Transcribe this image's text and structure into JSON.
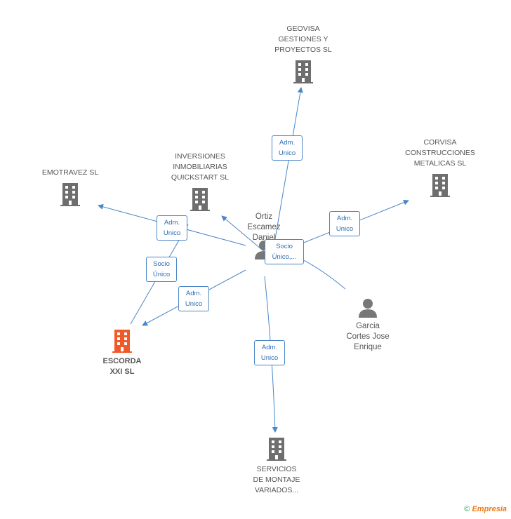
{
  "nodes": {
    "geovisa": {
      "label": "GEOVISA\nGESTIONES Y\nPROYECTOS SL",
      "kind": "company"
    },
    "emotravez": {
      "label": "EMOTRAVEZ SL",
      "kind": "company"
    },
    "inversiones": {
      "label": "INVERSIONES\nINMOBILIARIAS\nQUICKSTART SL",
      "kind": "company"
    },
    "corvisa": {
      "label": "CORVISA\nCONSTRUCCIONES\nMETALICAS SL",
      "kind": "company"
    },
    "ortiz": {
      "label": "Ortiz\nEscamez\nDaniel",
      "kind": "person"
    },
    "garcia": {
      "label": "Garcia\nCortes Jose\nEnrique",
      "kind": "person"
    },
    "escorda": {
      "label": "ESCORDA\nXXI SL",
      "kind": "company-main"
    },
    "servicios": {
      "label": "SERVICIOS\nDE MONTAJE\nVARIADOS...",
      "kind": "company"
    }
  },
  "badges": {
    "b1": "Adm.\nUnico",
    "b2": "Adm.\nUnico",
    "b3": "Adm.\nUnico",
    "b4": "Socio\nÚnico,...",
    "b5": "Socio\nÚnico",
    "b6": "Adm.\nUnico",
    "b7": "Adm.\nUnico"
  },
  "colors": {
    "edge": "#4a86c8",
    "company_icon": "#6e6e6e",
    "main_icon": "#f05a28",
    "person_icon": "#777777"
  },
  "footer": {
    "copyright": "©",
    "brand": "Empresia"
  }
}
